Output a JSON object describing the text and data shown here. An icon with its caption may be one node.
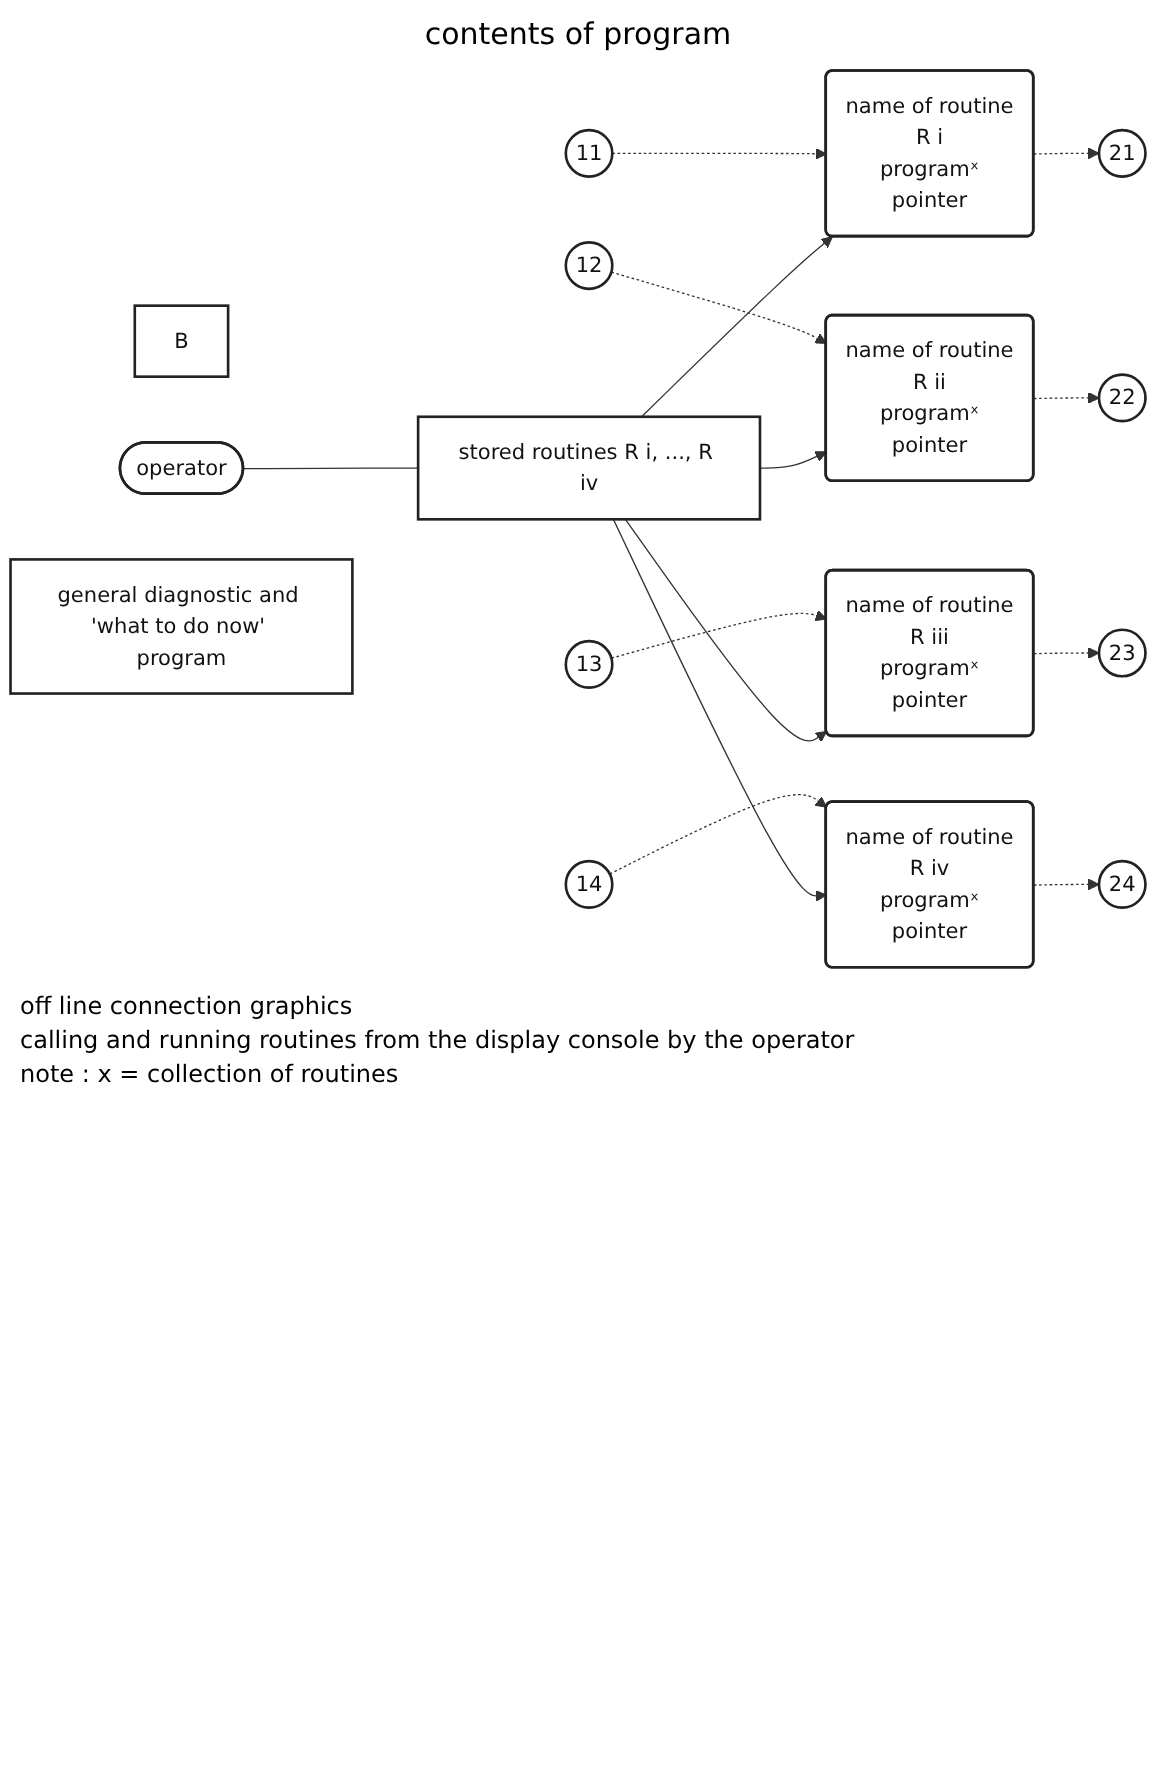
{
  "diagram": {
    "title": "contents of program",
    "nodes": [
      {
        "text": [
          "B"
        ]
      },
      {
        "text": [
          "stored routines R i, ..., R iv"
        ]
      },
      {
        "text": [
          "11"
        ]
      },
      {
        "text": [
          "name of routine",
          "R i",
          "programˣ",
          "pointer"
        ]
      },
      {
        "text": [
          "21"
        ]
      },
      {
        "text": [
          "12"
        ]
      },
      {
        "text": [
          "name of routine",
          "R ii",
          "programˣ",
          "pointer"
        ]
      },
      {
        "text": [
          "22"
        ]
      },
      {
        "text": [
          "13"
        ]
      },
      {
        "text": [
          "name of routine",
          "R iii",
          "programˣ",
          "pointer"
        ]
      },
      {
        "text": [
          "23"
        ]
      },
      {
        "text": [
          "14"
        ]
      },
      {
        "text": [
          "name of routine",
          "R iv",
          "programˣ",
          "pointer"
        ]
      },
      {
        "text": [
          "24"
        ]
      },
      {
        "text": [
          "operator"
        ]
      },
      {
        "text": [
          "general diagnostic and 'what to do now' program"
        ]
      }
    ],
    "edges": [
      {
        "from": 2,
        "to": 3,
        "arrow": "to",
        "style": "dashed"
      },
      {
        "from": 3,
        "to": 4,
        "arrow": "to",
        "style": "dashed"
      },
      {
        "from": 5,
        "to": 6,
        "arrow": "to",
        "style": "dashed"
      },
      {
        "from": 6,
        "to": 7,
        "arrow": "to",
        "style": "dashed"
      },
      {
        "from": 8,
        "to": 9,
        "arrow": "to",
        "style": "dashed"
      },
      {
        "from": 9,
        "to": 10,
        "arrow": "to",
        "style": "dashed"
      },
      {
        "from": 11,
        "to": 12,
        "arrow": "to",
        "style": "dashed"
      },
      {
        "from": 12,
        "to": 13,
        "arrow": "to",
        "style": "dashed"
      },
      {
        "from": 1,
        "to": 3,
        "arrow": "to"
      },
      {
        "from": 1,
        "to": 6,
        "arrow": "to"
      },
      {
        "from": 1,
        "to": 9,
        "arrow": "to"
      },
      {
        "from": 1,
        "to": 12,
        "arrow": "to"
      },
      {
        "from": 14,
        "to": 1,
        "arrow": "none"
      }
    ],
    "labels": [
      "off line connection graphics",
      "calling and running routines from the display console by the operator",
      "note : x = collection of routines"
    ]
  }
}
